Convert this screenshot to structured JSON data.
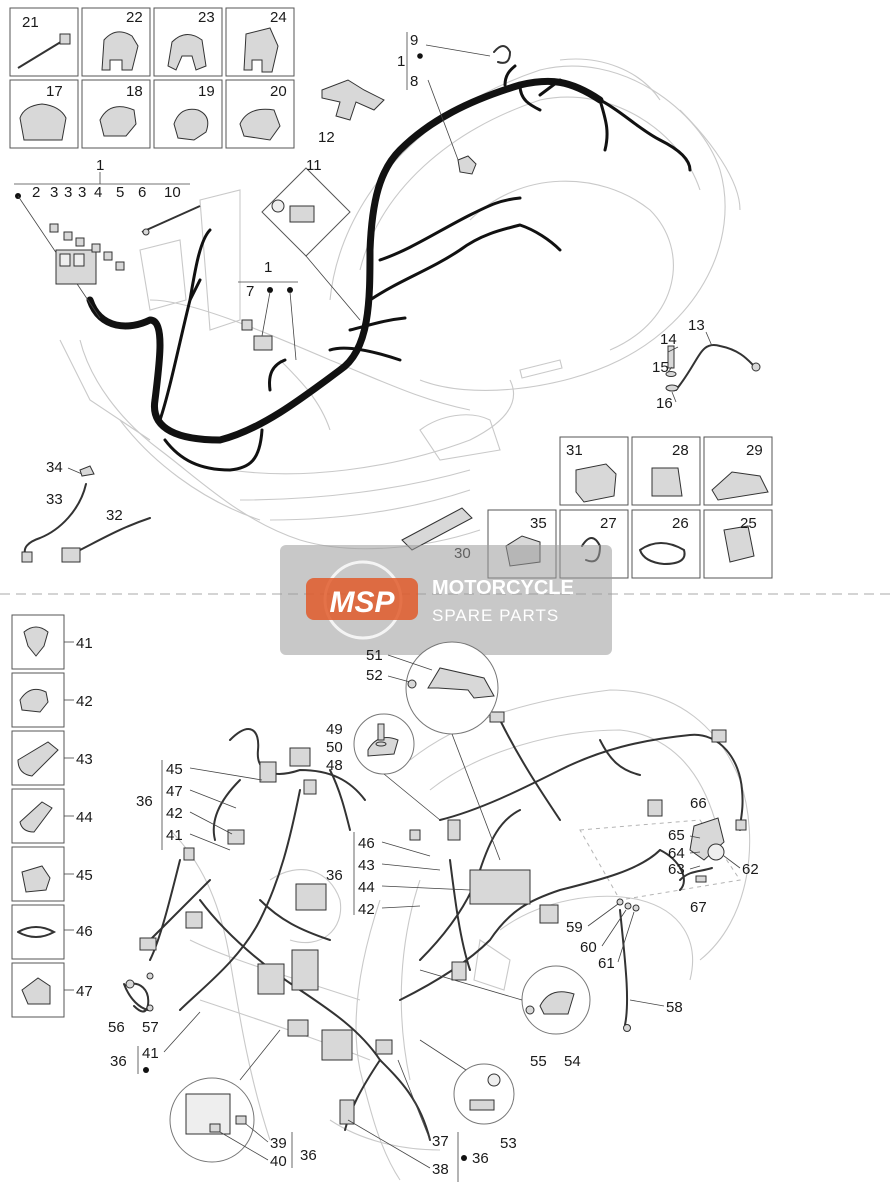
{
  "watermark": {
    "logo_text": "MSP",
    "line1": "MOTORCYCLE",
    "line2": "SPARE PARTS",
    "color": "#e05a2a"
  },
  "callouts": {
    "c21": "21",
    "c22": "22",
    "c23": "23",
    "c24": "24",
    "c17": "17",
    "c18": "18",
    "c19": "19",
    "c20": "20",
    "c9": "9",
    "c1a": "1",
    "c8": "8",
    "c12": "12",
    "c1b": "1",
    "c2": "2",
    "c3a": "3",
    "c3b": "3",
    "c3c": "3",
    "c4": "4",
    "c5": "5",
    "c6": "6",
    "c10": "10",
    "c11": "11",
    "c1c": "1",
    "c7": "7",
    "c14": "14",
    "c13": "13",
    "c15": "15",
    "c16": "16",
    "c31": "31",
    "c28": "28",
    "c29": "29",
    "c35": "35",
    "c27": "27",
    "c26": "26",
    "c25": "25",
    "c34": "34",
    "c33": "33",
    "c32": "32",
    "c30": "30",
    "c41": "41",
    "c42": "42",
    "c43": "43",
    "c44": "44",
    "c45b": "45",
    "c46b": "46",
    "c47b": "47",
    "c51": "51",
    "c52": "52",
    "c49": "49",
    "c50": "50",
    "c48": "48",
    "c45": "45",
    "c36a": "36",
    "c47": "47",
    "c42a": "42",
    "c41a": "41",
    "c46": "46",
    "c43a": "43",
    "c36b": "36",
    "c44a": "44",
    "c42b": "42",
    "c66": "66",
    "c65": "65",
    "c64": "64",
    "c63": "63",
    "c62": "62",
    "c67": "67",
    "c59": "59",
    "c60": "60",
    "c61": "61",
    "c58": "58",
    "c56": "56",
    "c57": "57",
    "c36c": "36",
    "c41b": "41",
    "c55": "55",
    "c54": "54",
    "c53": "53",
    "c37": "37",
    "c38": "38",
    "c36d": "36",
    "c39": "39",
    "c40": "40",
    "c36e": "36"
  }
}
